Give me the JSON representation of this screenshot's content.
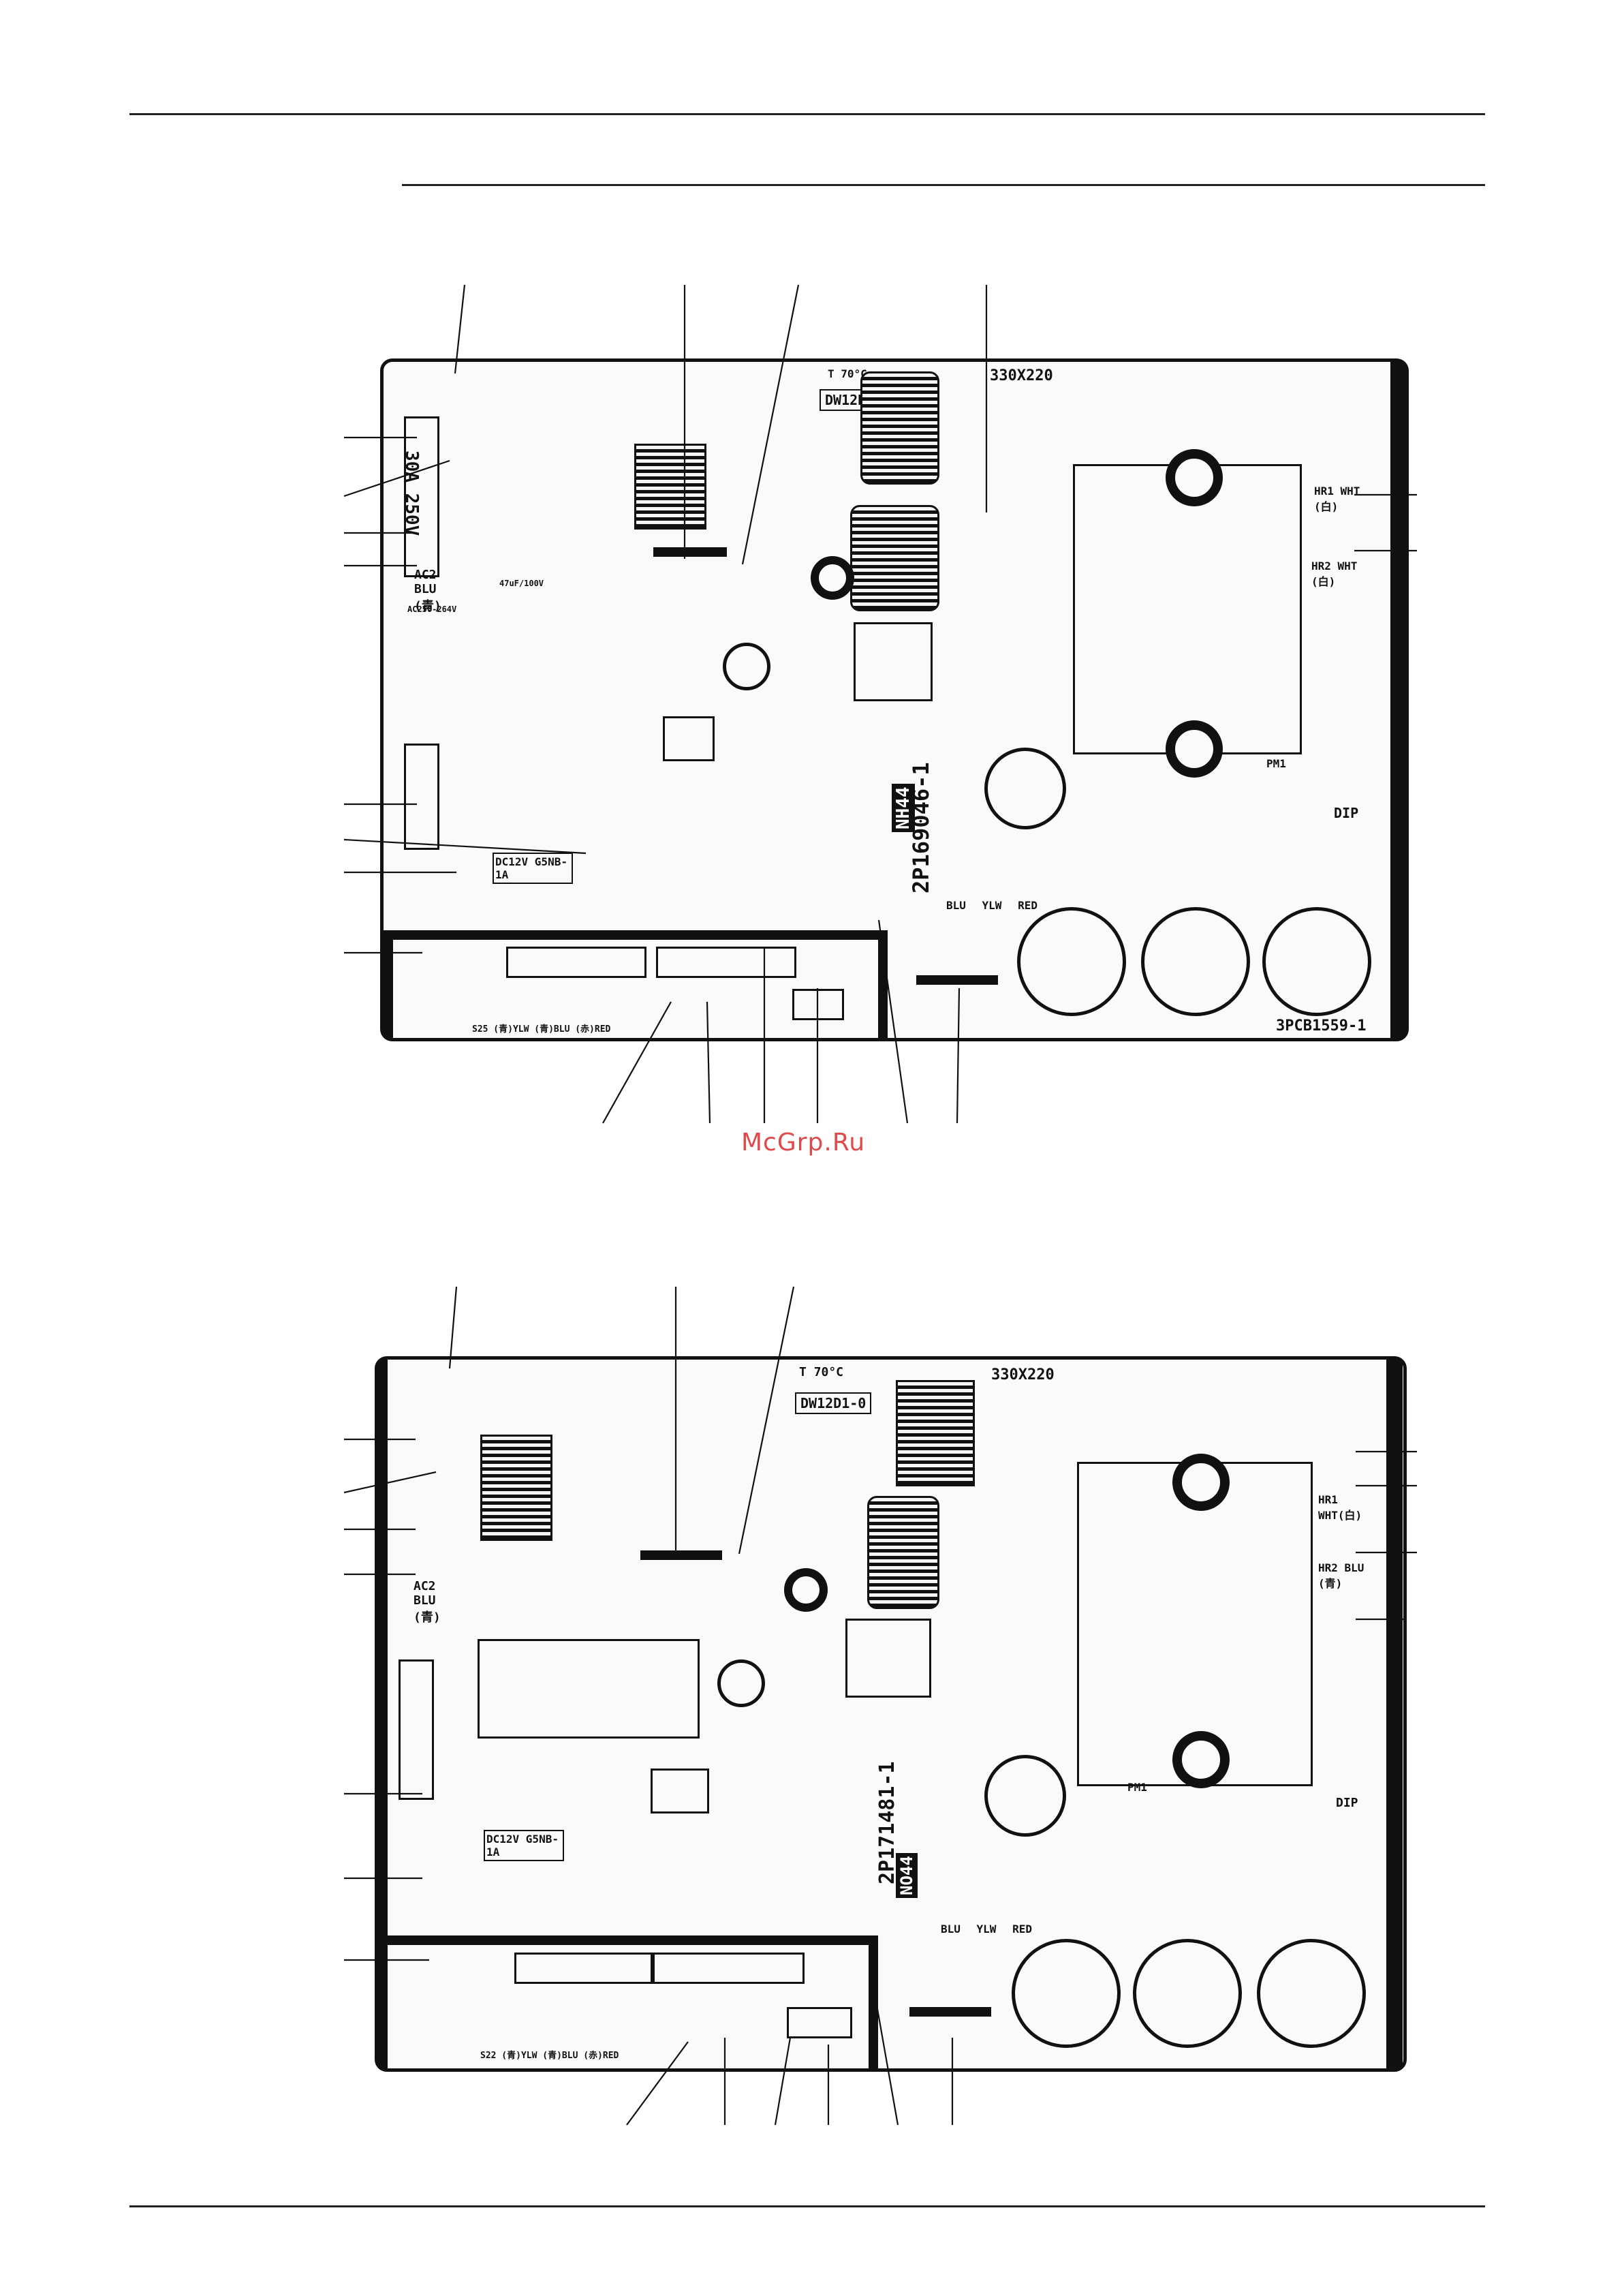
{
  "watermark": "McGrp.Ru",
  "boards": [
    {
      "size_label": "330X220",
      "rating_label": "30A 250V",
      "ic_label": "DW12D1-0",
      "temp_label": "T 70°C",
      "part_number": "2P169046-1",
      "sticker": "NH44",
      "pcb_id": "3PCB1559-1",
      "power_module": "PM1",
      "dip_label": "DIP",
      "relay_label": "DC12V G5NB-1A",
      "ac_label": "AC2 BLU (青)",
      "ac_volt": "AC250-264V",
      "hr1": "HR1 WHT (白)",
      "hr2": "HR2 WHT (白)",
      "cap_text": "47uF/100V",
      "leds": "BLU YLW RED",
      "bottom_connectors": "S25 (青)YLW (青)BLU (赤)RED"
    },
    {
      "size_label": "330X220",
      "ic_label": "DW12D1-0",
      "temp_label": "T 70°C",
      "part_number": "2P171481-1",
      "sticker": "NO44",
      "power_module": "PM1",
      "dip_label": "DIP",
      "relay_label": "DC12V G5NB-1A",
      "ac_label": "AC2 BLU (青)",
      "hr1": "HR1 WHT(白)",
      "hr2": "HR2 BLU (青)",
      "leds": "BLU YLW RED",
      "bottom_connectors": "S22 (青)YLW (青)BLU (赤)RED"
    }
  ]
}
